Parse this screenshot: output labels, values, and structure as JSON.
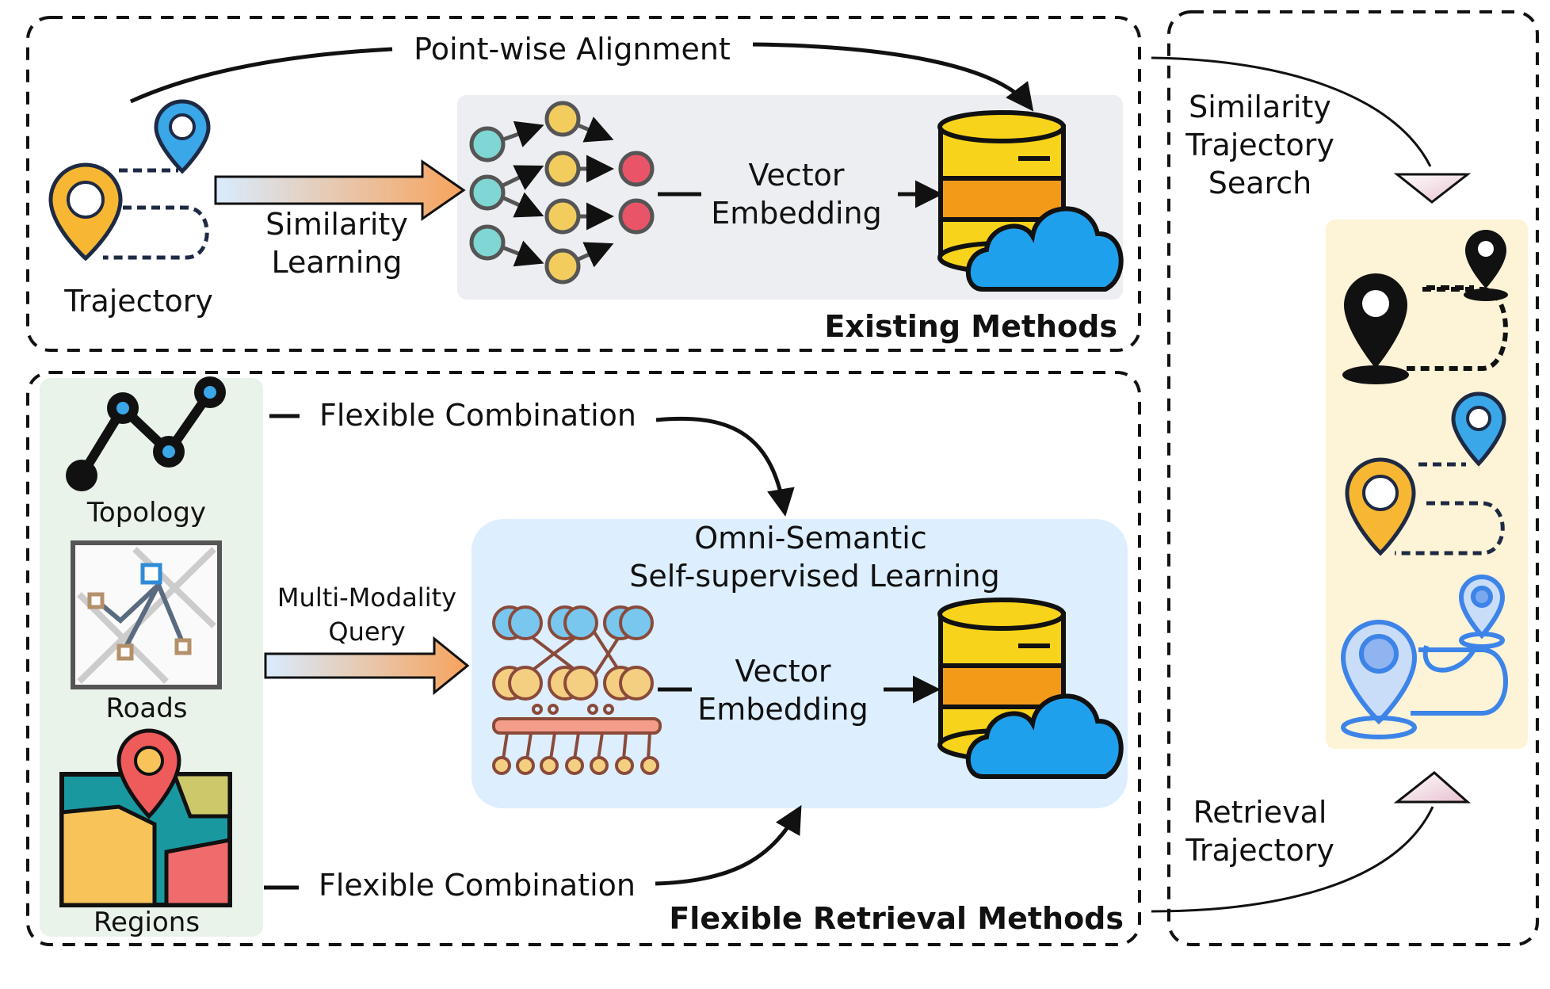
{
  "labels": {
    "point_wise_alignment": "Point-wise Alignment",
    "trajectory": "Trajectory",
    "similarity_learning": [
      "Similarity",
      "Learning"
    ],
    "vector_embedding": [
      "Vector",
      "Embedding"
    ],
    "existing_methods": "Existing Methods",
    "similarity_trajectory_search": [
      "Similarity",
      "Trajectory",
      "Search"
    ],
    "flexible_combination": "Flexible Combination",
    "topology": "Topology",
    "roads": "Roads",
    "regions": "Regions",
    "multi_modality_query": [
      "Multi-Modality",
      "Query"
    ],
    "omni_semantic_learning": [
      "Omni-Semantic",
      "Self-supervised Learning"
    ],
    "retrieval_trajectory": [
      "Retrieval",
      "Trajectory"
    ],
    "flexible_retrieval_methods": "Flexible Retrieval Methods"
  },
  "colors": {
    "panel_gray": "#eceef2",
    "panel_green": "#eaf3ea",
    "panel_blue": "#ddeeff",
    "panel_cream": "#fdf3d6",
    "pin_yellow": "#f7b733",
    "pin_blue": "#3aa7e8",
    "teal_node": "#7fd6d2",
    "yellow_node": "#f2cd5e",
    "red_node": "#ea5468",
    "db_yellow": "#f8d31b",
    "db_orange": "#f39a18",
    "cloud_blue": "#1fa0ec",
    "arrow_start": "#d8ecff",
    "arrow_end": "#f7a35c"
  },
  "icons": [
    "pin-icon",
    "database-icon",
    "cloud-icon",
    "neural-network-icon",
    "topology-icon",
    "road-map-icon",
    "region-map-icon"
  ]
}
